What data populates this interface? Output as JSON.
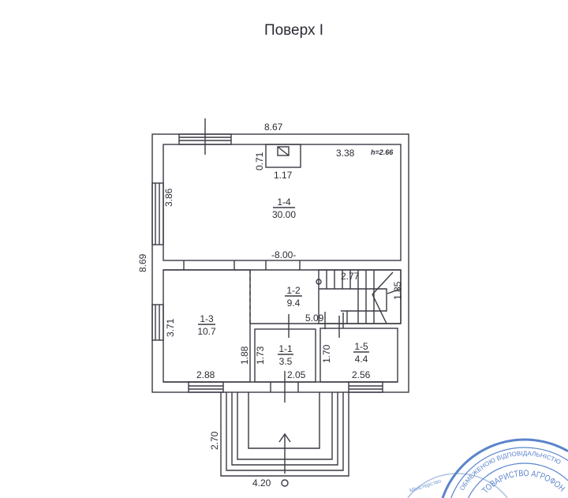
{
  "title": "Поверх І",
  "plan": {
    "ceiling_height": "h=2.66",
    "dimensions": {
      "overall_width": "8.67",
      "overall_depth": "8.69",
      "room_1_4_depth": "3.86",
      "room_1_4_width": "-8.00-",
      "chimney_depth": "0.71",
      "chimney_width": "1.17",
      "chimney_offset": "3.38",
      "room_1_3_depth": "3.71",
      "room_1_3_width": "2.88",
      "corridor_depth": "1.88",
      "room_1_2_width": "5.09",
      "stair_width": "2.77",
      "stair_depth": "1.85",
      "room_1_1_depth": "1.73",
      "room_1_1_width": "2.05",
      "room_1_5_depth": "1.70",
      "room_1_5_width": "2.56",
      "porch_depth": "2.70",
      "porch_width": "4.20"
    },
    "rooms": [
      {
        "id": "1-4",
        "area": "30.00"
      },
      {
        "id": "1-2",
        "area": "9.4"
      },
      {
        "id": "1-3",
        "area": "10.7"
      },
      {
        "id": "1-1",
        "area": "3.5"
      },
      {
        "id": "1-5",
        "area": "4.4"
      }
    ]
  },
  "stamp": {
    "text_outer": "ОБМЕЖЕНОЮ ВІДПОВІДАЛЬНІСТЮ",
    "text_inner": "ТОВАРИСТВО АГРОФОН",
    "text_second": "Міністерство"
  }
}
